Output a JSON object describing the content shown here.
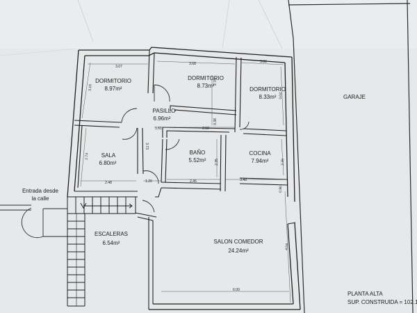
{
  "rooms": {
    "dormitorio_1": {
      "name": "DORMITORIO",
      "area": "8.97m²"
    },
    "dormitorio_2": {
      "name": "DORMITORIO",
      "area": "8.73m²"
    },
    "dormitorio_3": {
      "name": "DORMITORIO",
      "area": "8.33m²"
    },
    "pasillo": {
      "name": "PASILLO",
      "area": "6.96m²"
    },
    "sala": {
      "name": "SALA",
      "area": "6.80m²"
    },
    "bano": {
      "name": "BAÑO",
      "area": "5.52m²"
    },
    "cocina": {
      "name": "COCINA",
      "area": "7.94m²"
    },
    "escaleras": {
      "name": "ESCALERAS",
      "area": "6.54m²"
    },
    "salon": {
      "name": "SALON COMEDOR",
      "area": "24.24m²"
    },
    "garaje": {
      "name": "GARAJE"
    }
  },
  "entrance": {
    "line1": "Entrada desde",
    "line2": "la calle"
  },
  "dimensions": {
    "d_top_1": "3.07",
    "d_top_2": "3.68",
    "d_top_3": "3.82",
    "d_left_1": "3.16",
    "d_mid_1": "2.70",
    "d_mid_2": "0.38",
    "d_right_1": "3.04",
    "d_pasillo_1": "1.61",
    "d_pasillo_2": "2.50",
    "d_sala_v": "2.74",
    "d_sala_v2": "3.73",
    "d_bano_v": "2.35",
    "d_cocina_v": "2.35",
    "d_sala_h": "2.48",
    "d_door": "1.20",
    "d_bano_h": "2.45",
    "d_cocina_h": "3.48",
    "d_cocina_v2": "0.90",
    "d_salon_v": "4.04",
    "d_salon_h": "6.00"
  },
  "caption": {
    "line1": "PLANTA ALTA",
    "line2": "SUP. CONSTRUIDA = 102.1"
  }
}
